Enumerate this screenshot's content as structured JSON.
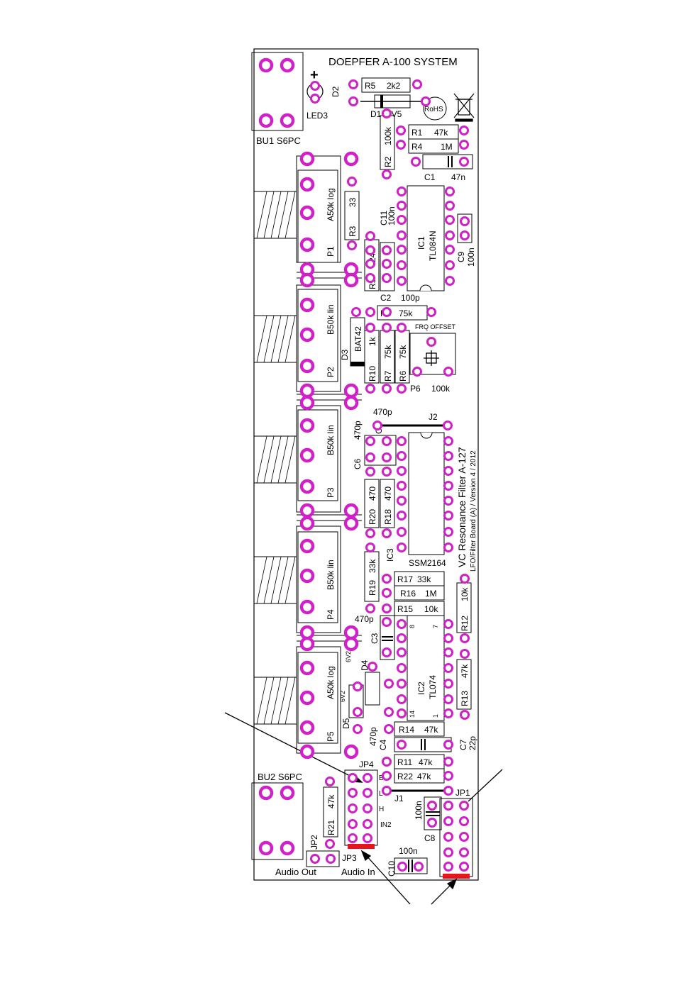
{
  "colors": {
    "pad": "#d020c8",
    "pad_hole": "#ffffff",
    "outline": "#000000",
    "jumper_bar": "#e8141c"
  },
  "header": {
    "title": "DOEPFER A-100 SYSTEM",
    "rohs": "RoHS",
    "plus": "+"
  },
  "connectors": {
    "bu1": "BU1  S6PC",
    "bu2": "BU2  S6PC",
    "audio_out": "Audio Out",
    "audio_in": "Audio In"
  },
  "pots": [
    {
      "ref": "P1",
      "value": "A50k log"
    },
    {
      "ref": "P2",
      "value": "B50k lin"
    },
    {
      "ref": "P3",
      "value": "B50k lin"
    },
    {
      "ref": "P4",
      "value": "B50k lin"
    },
    {
      "ref": "P5",
      "value": "A50k log"
    }
  ],
  "trimmer": {
    "ref": "P6",
    "value": "100k",
    "label": "FRQ OFFSET"
  },
  "board_label": {
    "line1": "VC Resonance Filter A-127",
    "line2": "LFO/Filter Board (A) / Version 4 / 2012"
  },
  "parts": {
    "led3": "LED3",
    "d2": "D2",
    "d1": "D1",
    "d1v": "7V5",
    "r5": "R5",
    "r5v": "2k2",
    "r1": "R1",
    "r1v": "47k",
    "r4": "R4",
    "r4v": "1M",
    "c1": "C1",
    "c1v": "47n",
    "r2": "R2",
    "r2v": "100k",
    "c11": "C11",
    "c11v": "100n",
    "ic1": "IC1",
    "ic1v": "TL084N",
    "c9": "C9",
    "c9v": "100n",
    "r3": "R3",
    "r3v": "33",
    "r9": "R9",
    "r9v": "24k",
    "c2": "C2",
    "c2v": "100p",
    "r8": "R8",
    "r8v": "75k",
    "d3": "D3",
    "d3v": "BAT42",
    "r10": "R10",
    "r10v": "1k",
    "r7": "R7",
    "r7v": "75k",
    "r6": "R6",
    "r6v": "75k",
    "c5": "C5",
    "c5v": "470p",
    "j2": "J2",
    "c6": "C6",
    "c6v": "470p",
    "r20": "R20",
    "r20v": "470",
    "r18": "R18",
    "r18v": "470",
    "ic3": "IC3",
    "ic3v": "SSM2164",
    "r19": "R19",
    "r19v": "33k",
    "r17": "R17",
    "r17v": "33k",
    "r16": "R16",
    "r16v": "1M",
    "r15": "R15",
    "r15v": "10k",
    "r12": "R12",
    "r12v": "10k",
    "c3": "C3",
    "c3v": "470p",
    "d4": "D4",
    "d4v": "6V2",
    "d5": "D5",
    "d5v": "6V2",
    "ic2": "IC2",
    "ic2v": "TL074",
    "pin8": "8",
    "pin7": "7",
    "pin14": "14",
    "pin1": "1",
    "r13": "R13",
    "r13v": "47k",
    "r14": "R14",
    "r14v": "47k",
    "c4": "C4",
    "c4v": "470p",
    "c7": "C7",
    "c7v": "22p",
    "r11": "R11",
    "r11v": "47k",
    "r22": "R22",
    "r22v": "47k",
    "jp4": "JP4",
    "jp4_b": "B",
    "jp4_l": "L",
    "jp4_h": "H",
    "jp4_in2": "IN2",
    "r21": "R21",
    "r21v": "47k",
    "j1": "J1",
    "jp1": "JP1",
    "c8": "C8",
    "c8v": "100n",
    "c10": "C10",
    "c10v": "100n",
    "jp2": "JP2",
    "jp3": "JP3"
  }
}
